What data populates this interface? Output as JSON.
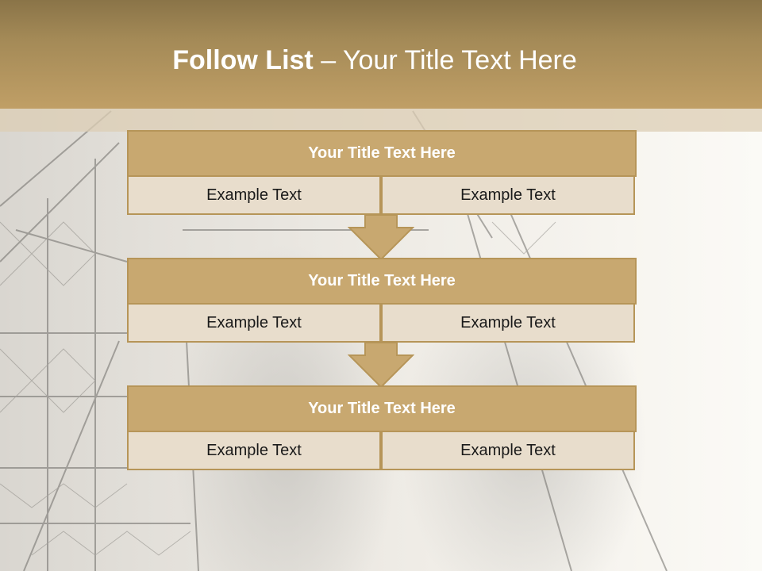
{
  "slide": {
    "title_bold": "Follow List",
    "title_sep": " – ",
    "title_rest": "Your Title Text Here"
  },
  "blocks": [
    {
      "title": "Your Title Text Here",
      "left": "Example Text",
      "right": "Example Text"
    },
    {
      "title": "Your Title Text Here",
      "left": "Example Text",
      "right": "Example Text"
    },
    {
      "title": "Your Title Text Here",
      "left": "Example Text",
      "right": "Example Text"
    }
  ],
  "colors": {
    "header_top": "#8a7448",
    "header_bottom": "#c09f66",
    "block_title": "#c8a870",
    "block_border": "#b69558",
    "cell_fill": "#e8ddcc"
  },
  "icons": [
    "down-arrow-icon",
    "down-arrow-icon"
  ]
}
